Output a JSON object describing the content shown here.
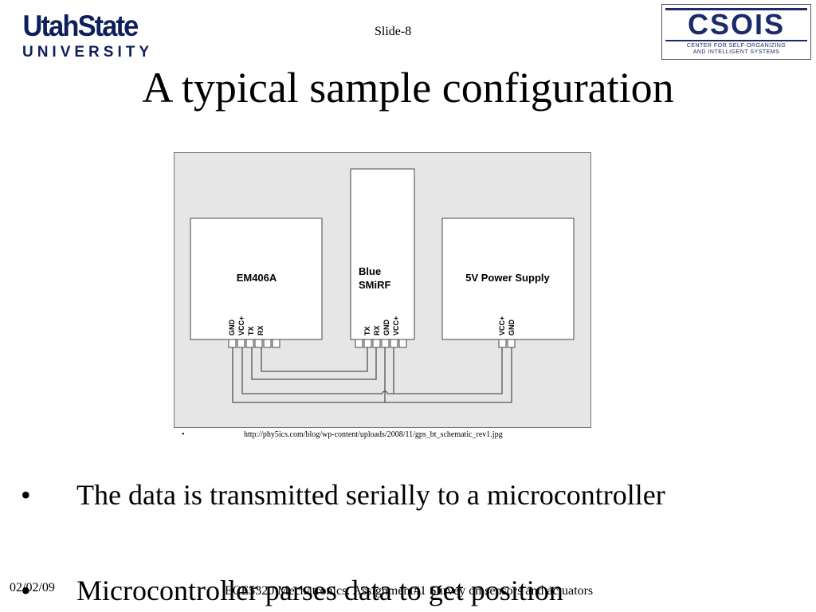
{
  "header": {
    "slide_number": "Slide-8",
    "title": "A typical sample configuration"
  },
  "logos": {
    "usu_line1": "UtahState",
    "usu_line2": "UNIVERSITY",
    "csois_word": "CSOIS",
    "csois_sub1": "CENTER FOR SELF-ORGANIZING",
    "csois_sub2": "AND INTELLIGENT SYSTEMS"
  },
  "schematic": {
    "left_module": "EM406A",
    "center_module_line1": "Blue",
    "center_module_line2": "SMiRF",
    "right_module": "5V Power Supply",
    "left_pins": [
      "GND",
      "VCC+",
      "TX",
      "RX"
    ],
    "center_pins": [
      "TX",
      "RX",
      "GND",
      "VCC+"
    ],
    "right_pins": [
      "VCC+",
      "GND"
    ]
  },
  "source": {
    "bullet": "•",
    "url": "http://phy5ics.com/blog/wp-content/uploads/2008/11/gps_bt_schematic_rev1.jpg"
  },
  "bullets": [
    {
      "marker": "•",
      "text": "The data is transmitted serially to a microcontroller"
    },
    {
      "marker": "•",
      "text": "Microcontroller parses data to get position"
    }
  ],
  "footer": {
    "date": "02/02/09",
    "course": "ECE5320 Mechatronics. Assignment#1 Survey on sensors and actuators"
  }
}
